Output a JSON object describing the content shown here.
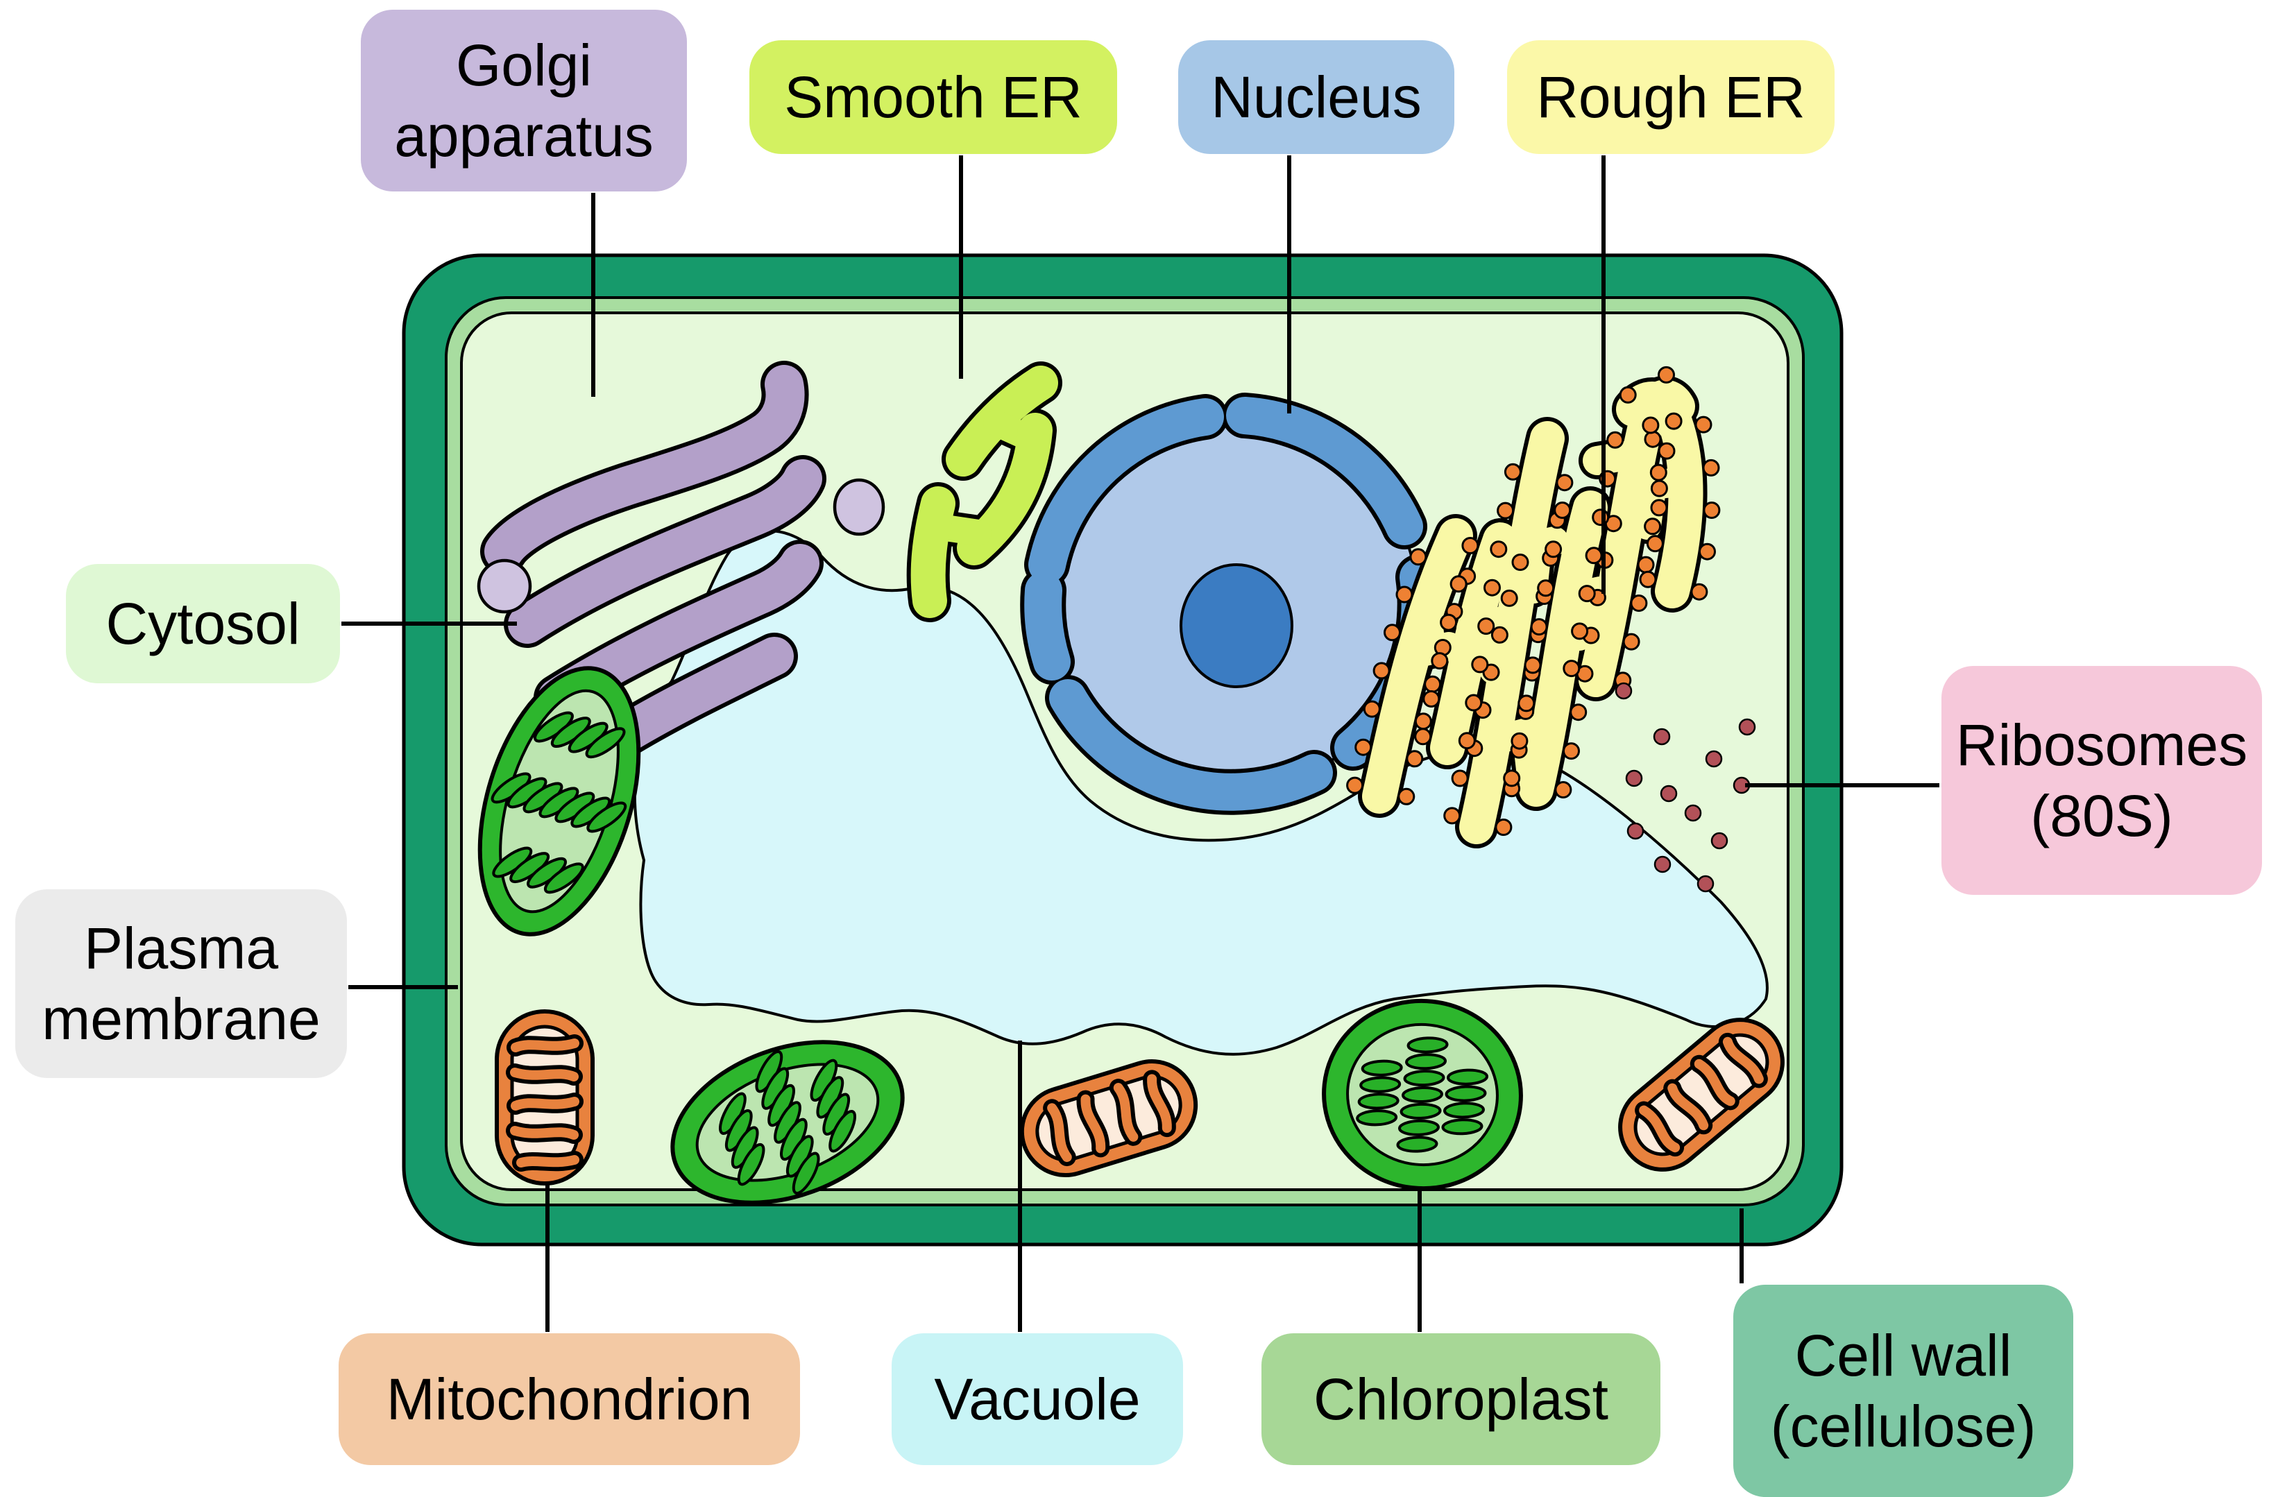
{
  "labels": {
    "golgi": {
      "text": "Golgi\napparatus",
      "bg": "#c7b9dc"
    },
    "smooth_er": {
      "text": "Smooth ER",
      "bg": "#d3f161"
    },
    "nucleus": {
      "text": "Nucleus",
      "bg": "#a6c7e7"
    },
    "rough_er": {
      "text": "Rough ER",
      "bg": "#fbf8a8"
    },
    "cytosol": {
      "text": "Cytosol",
      "bg": "#dff8d4"
    },
    "plasma_membrane": {
      "text": "Plasma\nmembrane",
      "bg": "#ebebeb"
    },
    "ribosomes": {
      "text": "Ribosomes\n(80S)",
      "bg": "#f6c8da"
    },
    "mitochondrion": {
      "text": "Mitochondrion",
      "bg": "#f3c9a4"
    },
    "vacuole": {
      "text": "Vacuole",
      "bg": "#c8f4f6"
    },
    "chloroplast": {
      "text": "Chloroplast",
      "bg": "#a7d796"
    },
    "cell_wall": {
      "text": "Cell wall\n(cellulose)",
      "bg": "#7ec7a4"
    }
  },
  "colors": {
    "wall": "#169a6b",
    "membrane": "#a8dda0",
    "cytosol": "#e6f9da",
    "vacuole": "#d7f7fa",
    "golgi": "#b3a0c9",
    "golgiVesicle": "#cfc3e0",
    "smoothER": "#c9ef55",
    "nucleus": "#b0c9e9",
    "nucEnv": "#5e9ad2",
    "nucleolus": "#3b7cc2",
    "rer": "#f9f8a6",
    "erDot": "#ee8133",
    "ribosomeDot": "#b25158",
    "mito": "#e8823e",
    "mitoInner": "#fcebdc",
    "chloroRing": "#2db62d",
    "chloroStroma": "#bce5b0",
    "thylakoid": "#28b028",
    "leader": "#000000"
  }
}
